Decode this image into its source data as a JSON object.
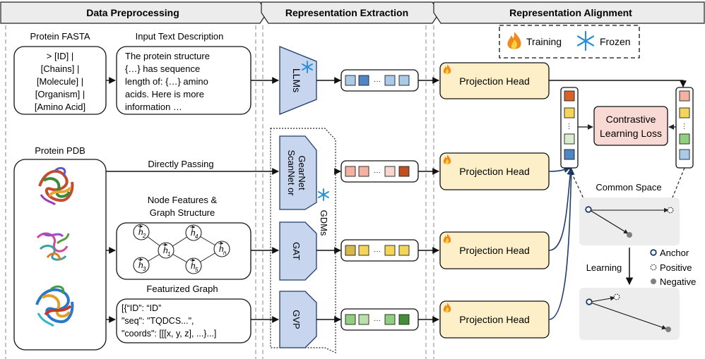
{
  "headers": {
    "preprocessing": "Data Preprocessing",
    "extraction": "Representation Extraction",
    "alignment": "Representation Alignment"
  },
  "legend": {
    "training": "Training",
    "frozen": "Frozen"
  },
  "fasta": {
    "title": "Protein FASTA",
    "lines": [
      "> [ID] |",
      "[Chains] |",
      "[Molecule] |",
      "[Organism] |",
      "[Amino Acid]"
    ]
  },
  "text_desc": {
    "title": "Input Text Description",
    "lines": [
      "The protein structure",
      "{…} has sequence",
      "length of: {…} amino",
      "acids. Here is more",
      "information …"
    ]
  },
  "pdb": {
    "title": "Protein PDB"
  },
  "paths": {
    "directly": "Directly Passing",
    "node_features": "Node Features &",
    "graph_structure": "Graph Structure",
    "featurized": "Featurized Graph"
  },
  "graph_nodes": [
    "h2",
    "h1",
    "h3",
    "h4",
    "hn",
    "h5"
  ],
  "featurized_lines": [
    "[{“ID”: “ID”",
    "\"seq\": \"TQDCS...\",",
    "\"coords\": [[[x, y, z], ...}...]"
  ],
  "encoders": {
    "llm": "LLMs",
    "gearnet_1": "GearNet",
    "gearnet_2": "ScanNet or",
    "gat": "GAT",
    "gvp": "GVP",
    "gdms": "GDMs"
  },
  "vector_ellipsis": "···",
  "projection_head": "Projection Head",
  "loss": {
    "line1": "Contrastive",
    "line2": "Learning Loss"
  },
  "common_space": "Common Space",
  "learning": "Learning",
  "space_legend": {
    "anchor": "Anchor",
    "positive": "Positive",
    "negative": "Negative"
  },
  "colors": {
    "llm_row": [
      "#a9cbe9",
      "#4f86c6",
      "#a9cbe9",
      "#a9cbe9"
    ],
    "gearnet_row": [
      "#f4b0a0",
      "#f4b0a0",
      "#f6d6cf",
      "#c0501f"
    ],
    "gat_row": [
      "#d6b84a",
      "#f4d55a",
      "#f4d55a",
      "#f4d55a"
    ],
    "gvp_row": [
      "#8fcf7f",
      "#b9e0a9",
      "#8fcf7f",
      "#3f8f34"
    ],
    "left_stack": [
      "#d8612a",
      "#f4d55a",
      "#d8ecd0",
      "#4f86c6"
    ],
    "right_stack": [
      "#f4b0a0",
      "#f4d55a",
      "#8fcf7f",
      "#a9cbe9"
    ],
    "encoder_fill": "#c7d6ee",
    "projection_fill": "#fdf0c8",
    "loss_fill": "#f9d9d3"
  }
}
